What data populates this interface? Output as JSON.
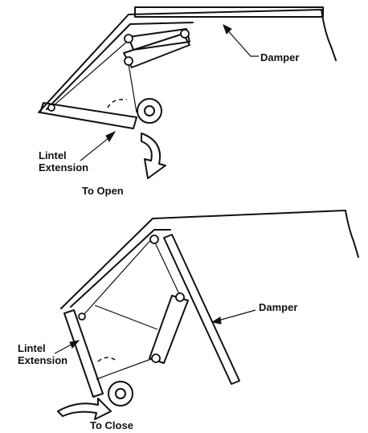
{
  "top_view": {
    "damper_label": "Damper",
    "lintel_label_line1": "Lintel",
    "lintel_label_line2": "Extension",
    "action_label": "To Open"
  },
  "bottom_view": {
    "damper_label": "Damper",
    "lintel_label_line1": "Lintel",
    "lintel_label_line2": "Extension",
    "action_label": "To Close"
  },
  "colors": {
    "ink": "#111111",
    "paper": "#ffffff"
  }
}
